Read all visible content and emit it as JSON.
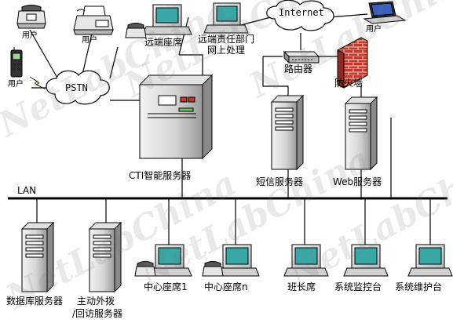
{
  "watermark": "NetLabChina",
  "colors": {
    "line": "#000000",
    "lan_bus": "#000000",
    "cloud_fill": "#ffffff",
    "server_fill": "#d8d8d8",
    "firewall_brick": "#c0392b",
    "monitor_screen": "#3aa7a7",
    "lightning": "#f4d03f"
  },
  "clouds": {
    "pstn": "PSTN",
    "internet": "Internet"
  },
  "lan_label": "LAN",
  "nodes": {
    "user_phone_1": "用户",
    "user_fax": "用户",
    "user_mobile": "用户",
    "user_laptop": "用户",
    "remote_seat": "远端座席",
    "remote_dept_line1": "远端责任部门",
    "remote_dept_line2": "网上处理",
    "router": "路由器",
    "firewall": "防火墙",
    "cti_server": "CTI智能服务器",
    "sms_server": "短信服务器",
    "web_server": "Web服务器",
    "db_server": "数据库服务器",
    "outbound_line1": "主动外拨",
    "outbound_line2": "/回访服务器",
    "center_seat_1": "中心座席1",
    "center_seat_n": "中心座席n",
    "team_leader": "班长席",
    "monitor_console": "系统监控台",
    "maintenance_console": "系统维护台"
  }
}
